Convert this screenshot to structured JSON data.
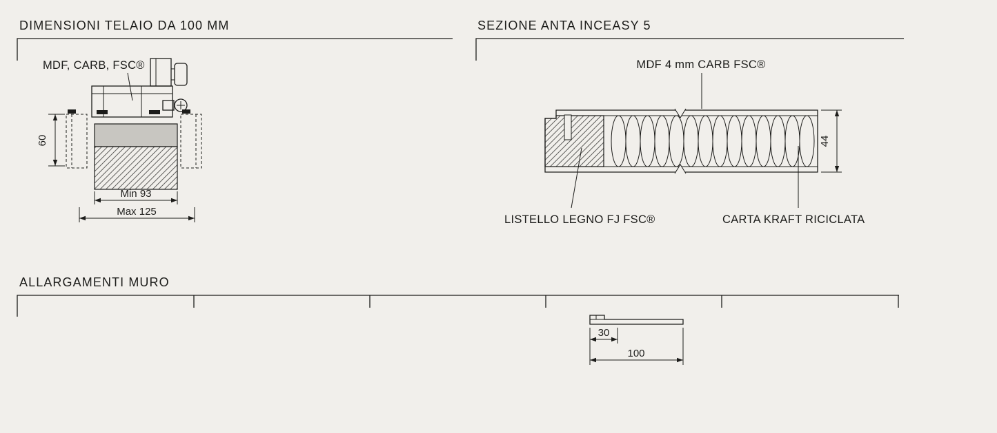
{
  "colors": {
    "background": "#f1efeb",
    "line": "#1c1c1a",
    "panel_gray": "#c8c6c1"
  },
  "sections": {
    "frame": {
      "title": "DIMENSIONI TELAIO DA 100 MM"
    },
    "panel": {
      "title": "SEZIONE ANTA INCEASY 5"
    },
    "wall": {
      "title": "ALLARGAMENTI MURO"
    }
  },
  "frame_drawing": {
    "material_label": "MDF, CARB, FSC®",
    "dim_height": "60",
    "dim_min": "Min 93",
    "dim_max": "Max 125"
  },
  "panel_drawing": {
    "top_label": "MDF 4 mm CARB FSC®",
    "dim_thickness": "44",
    "wood_label": "LISTELLO LEGNO FJ FSC®",
    "kraft_label": "CARTA KRAFT RICICLATA"
  },
  "wall_drawing": {
    "dim_tab": "30",
    "dim_total": "100"
  }
}
